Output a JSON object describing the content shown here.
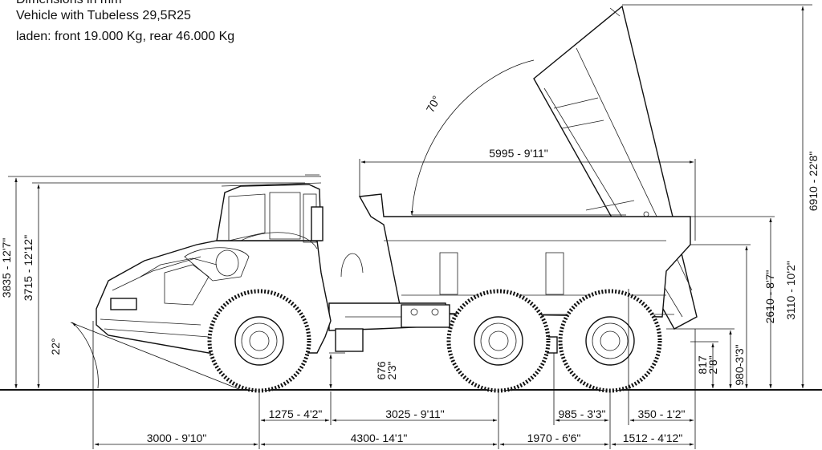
{
  "header": {
    "title": "Dimensions in mm",
    "line1": "Vehicle with Tubeless 29,5R25",
    "line2": "laden: front 19.000 Kg, rear 46.000 Kg"
  },
  "angles": {
    "dump_angle": "70°",
    "approach_angle": "22°"
  },
  "dimensions": {
    "body_length": "5995 - 9'11\"",
    "overall_height_tipped": "6910 - 22'8\"",
    "cab_height": "3835 - 12'7\"",
    "rops_height": "3715 - 12'12\"",
    "body_height": "3110 - 10'2\"",
    "loading_height": "2610 - 8'7\"",
    "tail_clearance": "980-3'3\"",
    "dump_clearance": "817 - 2'8\"",
    "ground_clearance": "676 - 2'3\"",
    "front_to_hitch": "1275 - 4'2\"",
    "hitch_to_bogie": "3025 - 9'11\"",
    "bogie_to_rear_axle": "985 - 3'3\"",
    "rear_axle_to_tail": "350 - 1'2\"",
    "front_overhang": "3000 - 9'10\"",
    "front_to_mid_axle": "4300- 14'1\"",
    "bogie_spacing": "1970 - 6'6\"",
    "rear_overhang": "1512 - 4'12\""
  }
}
